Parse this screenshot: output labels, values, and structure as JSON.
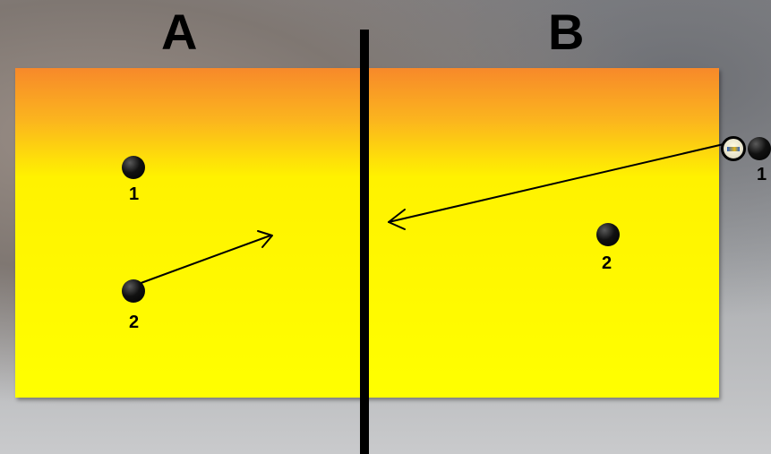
{
  "labels": {
    "side_a": "A",
    "side_b": "B"
  },
  "players": {
    "a1": {
      "number": "1",
      "team": "A"
    },
    "a2": {
      "number": "2",
      "team": "A"
    },
    "b1": {
      "number": "1",
      "team": "B"
    },
    "b2": {
      "number": "2",
      "team": "B"
    }
  },
  "colors": {
    "court_top": "#f7892a",
    "court_bottom": "#ffff00",
    "net": "#000000",
    "player": "#000000"
  },
  "icons": {
    "ball": "volleyball-icon",
    "arrow": "movement-arrow"
  }
}
